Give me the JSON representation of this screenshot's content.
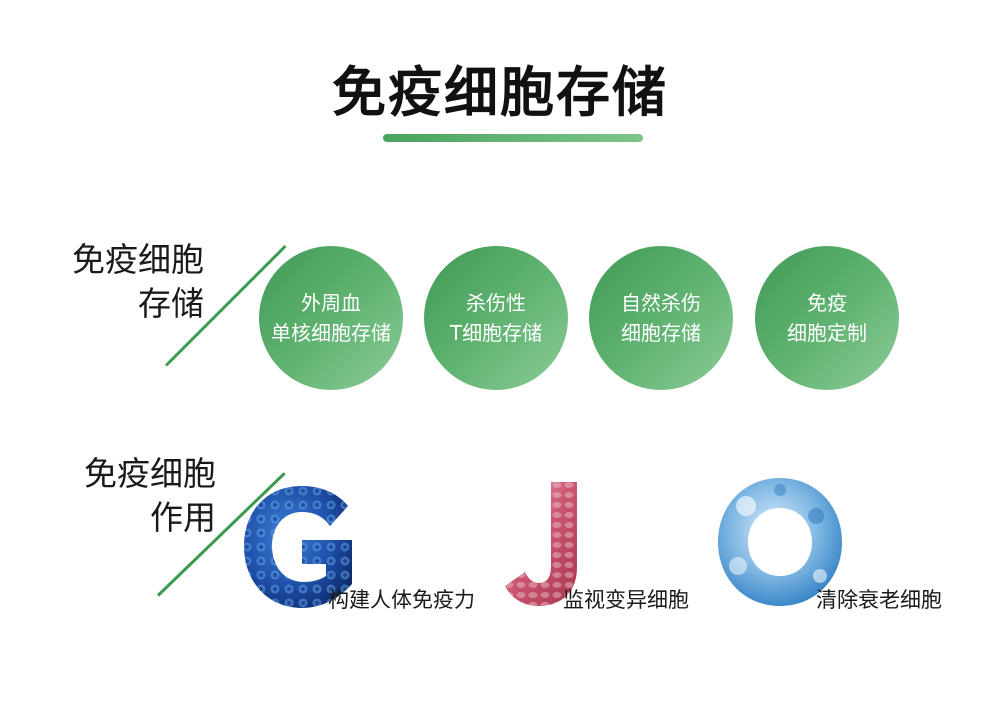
{
  "title": "免疫细胞存储",
  "colors": {
    "accent": "#4aa25c",
    "circle_dark": "#3f9a55",
    "circle_light": "#8ccc99"
  },
  "storage": {
    "label_line1": "免疫细胞",
    "label_line2": "存储",
    "items": [
      {
        "line1": "外周血",
        "line2": "单核细胞存储"
      },
      {
        "line1": "杀伤性",
        "line2": "T细胞存储"
      },
      {
        "line1": "自然杀伤",
        "line2": "细胞存储"
      },
      {
        "line1": "免疫",
        "line2": "细胞定制"
      }
    ]
  },
  "function": {
    "label_line1": "免疫细胞",
    "label_line2": "作用",
    "items": [
      {
        "letter": "G",
        "caption": "构建人体免疫力"
      },
      {
        "letter": "J",
        "caption": "监视变异细胞"
      },
      {
        "letter": "O",
        "caption": "清除衰老细胞"
      }
    ]
  }
}
